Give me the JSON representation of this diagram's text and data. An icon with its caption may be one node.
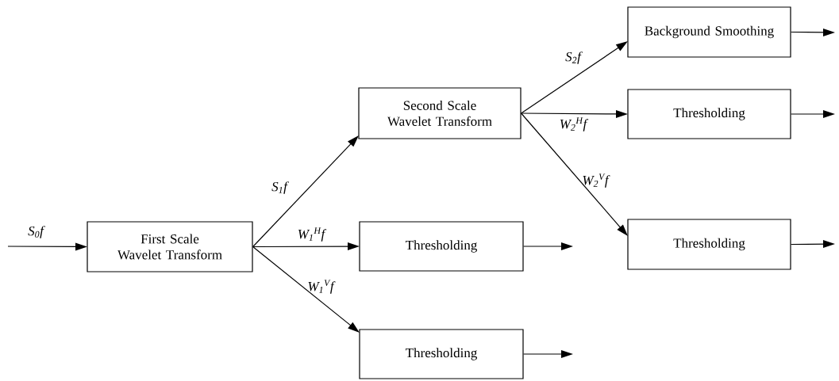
{
  "diagram": {
    "nodes": [
      {
        "text": [
          "First Scale Wavelet Transform"
        ]
      },
      {
        "text": [
          "Second Scale Wavelet Transform"
        ]
      },
      {
        "text": [
          "Thresholding"
        ]
      },
      {
        "text": [
          "Thresholding"
        ]
      },
      {
        "text": [
          "Background Smoothing"
        ]
      },
      {
        "text": [
          "Thresholding"
        ]
      },
      {
        "text": [
          "Thresholding"
        ]
      }
    ],
    "edges": [
      {
        "from": null,
        "to": 0,
        "arrow": "to",
        "label": "S$_{0}$f"
      },
      {
        "from": 0,
        "to": 1,
        "arrow": "to",
        "label": "S$_{1}$f"
      },
      {
        "from": 0,
        "to": 2,
        "arrow": "to",
        "label": "W$_{1}$$^{H}$f"
      },
      {
        "from": 0,
        "to": 3,
        "arrow": "to",
        "label": "W$_{1}$$^{V}$f"
      },
      {
        "from": 1,
        "to": 4,
        "arrow": "to",
        "label": "S$_{2}$f"
      },
      {
        "from": 1,
        "to": 5,
        "arrow": "to",
        "label": "W$_{2}$$^{H}$f"
      },
      {
        "from": 1,
        "to": 6,
        "arrow": "to",
        "label": "W$_{2}$$^{V}$f"
      },
      {
        "from": 2,
        "to": null,
        "arrow": "to"
      },
      {
        "from": 3,
        "to": null,
        "arrow": "to"
      },
      {
        "from": 4,
        "to": null,
        "arrow": "to"
      },
      {
        "from": 5,
        "to": null,
        "arrow": "to"
      },
      {
        "from": 6,
        "to": null,
        "arrow": "to"
      }
    ]
  }
}
